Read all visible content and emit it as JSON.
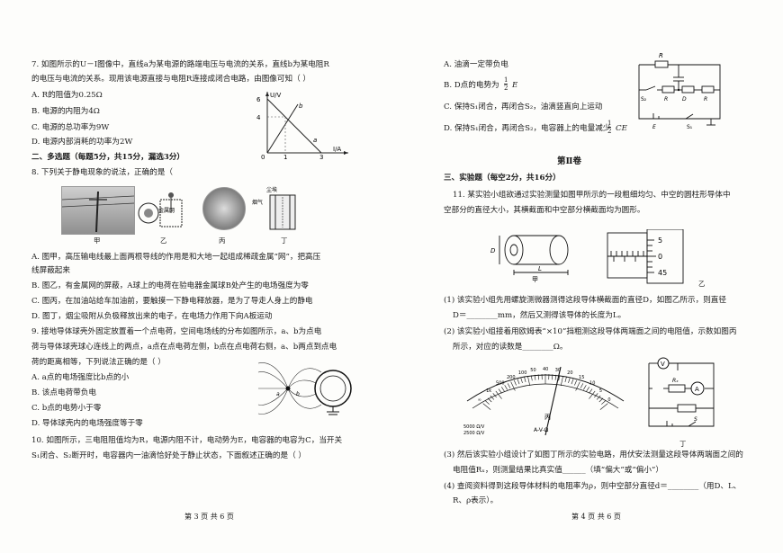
{
  "left": {
    "q7": {
      "line1": "7. 如图所示的U－I图像中，直线a为某电源的路端电压与电流的关系，直线b为某电阻R",
      "line2": "的电压与电流的关系。现用该电源直接与电阻R连接成闭合电路，由图像可知（    ）",
      "options": [
        "A. R的阻值为0.25Ω",
        "B. 电源的内阻为4Ω",
        "C. 电源的总功率为9W",
        "D. 电源内部消耗的功率为2W"
      ],
      "graph": {
        "y_axis": "U/V",
        "x_axis": "I/A",
        "y_ticks": [
          "6",
          "4"
        ],
        "x_ticks": [
          "1",
          "3"
        ],
        "origin": "0",
        "line_a": "a",
        "line_b": "b"
      }
    },
    "section2": "二、多选题（每题5分，共15分，漏选3分）",
    "q8": {
      "stem": "8. 下列关于静电现象的说法，正确的是（",
      "image_labels": [
        "甲",
        "乙",
        "丙",
        "丁"
      ],
      "inner_labels": {
        "mesh": "金属网",
        "dust": "尘埃",
        "flue": "烟气"
      },
      "options": [
        "A. 图甲，高压输电线最上面两根导线的作用是和大地一起组成稀疏金属“网”，把高压",
        "线屏蔽起来",
        "B. 图乙，有金属网的屏蔽，A球上的电荷在验电器金属球B处产生的电场强度为零",
        "C. 图丙，在加油站给车加油前，要触摸一下静电释放器，是为了导走人身上的静电",
        "D. 图丁，烟尘吸附从负极释放出来的电子，在电场力作用下向A板运动"
      ]
    },
    "q9": {
      "lines": [
        "9. 接地导体球壳外固定放置着一个点电荷，空间电场线的分布如图所示，a、b为点电",
        "荷与导体球壳球心连线上的两点，a点在点电荷左侧，b点在点电荷右侧，a、b两点到点电",
        "荷的距离相等，下列说法正确的是（    ）"
      ],
      "options": [
        "A. a点的电场强度比b点的小",
        "B. 该点电荷带负电",
        "C. b点的电势小于零",
        "D. 导体球壳内的电场强度等于零"
      ],
      "labels": [
        "a",
        "b"
      ]
    },
    "q10": {
      "lines": [
        "10. 如图所示，三电阻阻值均为R，电源内阻不计，电动势为E，电容器的电容为C，当开关",
        "S₁闭合、S₂断开时，电容器内一油滴恰好处于静止状态，下面叙述正确的是（    ）"
      ]
    },
    "footer": "第 3 页 共 6 页"
  },
  "right": {
    "q10_options": [
      "A. 油滴一定带负电",
      "B. D点的电势为",
      "C. 保持S₁闭合，再闭合S₂，油滴竖直向上运动",
      "D. 保持S₁闭合，再闭合S₂，电容器上的电量减少"
    ],
    "frac_b": {
      "num": "1",
      "den": "2",
      "tail": "E"
    },
    "frac_d": {
      "num": "1",
      "den": "2",
      "tail": "CE"
    },
    "circuit10": {
      "R": "R",
      "S2": "S₂",
      "D": "D",
      "E": "E",
      "S1": "S₁"
    },
    "part2": "第Ⅱ卷",
    "section3": "三、实验题（每空2分，共16分）",
    "q11": {
      "lines": [
        "11. 某实验小组欲通过实验测量如图甲所示的一段粗细均匀、中空的圆柱形导体中",
        "空部分的直径大小，其横截面和中空部分横截面均为圆形。"
      ],
      "fig_labels": {
        "jia": "甲",
        "yi": "乙",
        "D": "D",
        "L": "L"
      },
      "scale": [
        "5",
        "0",
        "45"
      ],
      "p1": [
        "(1) 该实验小组先用螺旋测微器测得这段导体横截面的直径D，如图乙所示，则直径",
        "D＝________mm，然后又测得该导体的长度为L。"
      ],
      "p2": [
        "(2) 该实验小组接着用欧姆表“×10”挡粗测这段导体两端面之间的电阻值，示数如图丙",
        "所示，对应的读数是________Ω。"
      ],
      "meter": {
        "label": "丙",
        "unit": "A-V-Ω",
        "spec1": "5000 Ω/V",
        "spec2": "2500 Ω/V",
        "scale_top": [
          "∞",
          "1k",
          "500",
          "200",
          "100",
          "50",
          "40",
          "30",
          "20",
          "15",
          "10",
          "5",
          "0"
        ]
      },
      "circuit": {
        "label": "丁",
        "V": "V",
        "A": "A",
        "Rx": "Rₓ",
        "S": "S"
      },
      "p3": [
        "(3) 然后该实验小组设计了如图丁所示的实验电路，用伏安法测量这段导体两端面之间的",
        "电阻值Rₓ，则测量结果比真实值______（填“偏大”或“偏小”）"
      ],
      "p4": [
        "(4) 查阅资料得到这段导体材料的电阻率为ρ，则中空部分直径d＝________（用D、L、",
        "R、ρ表示）。"
      ]
    },
    "footer": "第 4 页 共 6 页"
  }
}
